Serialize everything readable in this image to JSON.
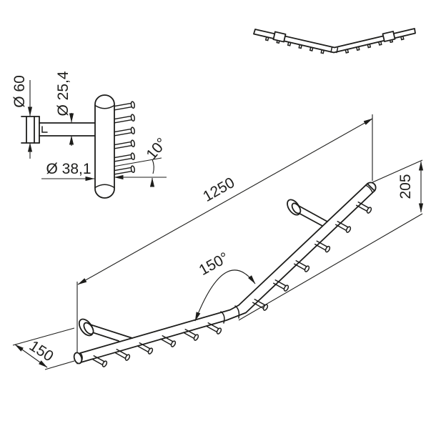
{
  "drawing": {
    "background": "#ffffff",
    "line_color": "#1d1d1b",
    "views": {
      "side_detail": {
        "labels": {
          "flange_diameter": "Ø 60",
          "arm_diameter": "Ø 25,4",
          "tube_diameter": "Ø 38,1",
          "hook_angle": "10°"
        },
        "hook_count": 6
      },
      "top_view": {
        "hook_count": 12
      },
      "perspective": {
        "labels": {
          "overall_length": "1250",
          "bend_angle": "150°",
          "end_rise": "205",
          "wall_offset": "150"
        },
        "hook_count": 12
      }
    }
  }
}
